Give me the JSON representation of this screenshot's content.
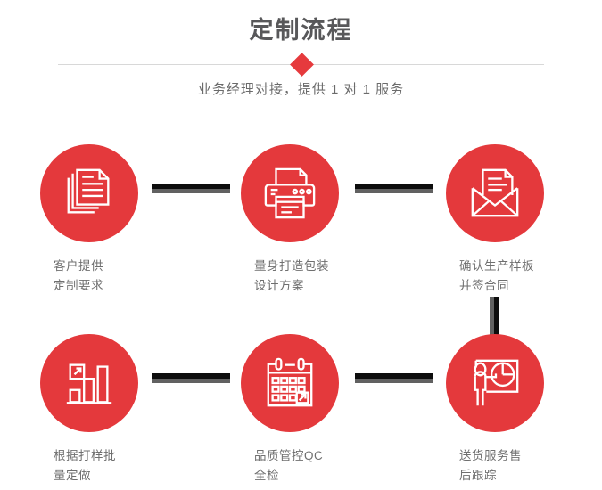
{
  "header": {
    "title": "定制流程",
    "subtitle": "业务经理对接，提供 1 对 1 服务",
    "diamond_color": "#e63a3d",
    "divider_color": "#d8d8d8",
    "title_color": "#58585a"
  },
  "theme": {
    "accent_red": "#e4393c",
    "connector_dark": "#0d0d0d",
    "connector_gray": "#616161",
    "label_color": "#6f6f6f",
    "background": "#ffffff"
  },
  "steps": [
    {
      "index": 1,
      "icon": "documents-icon",
      "label": "客户提供\n定制要求"
    },
    {
      "index": 2,
      "icon": "printer-icon",
      "label": "量身打造包装\n设计方案"
    },
    {
      "index": 3,
      "icon": "envelope-icon",
      "label": "确认生产样板\n并签合同"
    },
    {
      "index": 4,
      "icon": "bar-chart-growth-icon",
      "label": "根据打样批\n量定做"
    },
    {
      "index": 5,
      "icon": "calendar-check-icon",
      "label": "品质管控QC\n全检"
    },
    {
      "index": 6,
      "icon": "presentation-pie-chart-icon",
      "label": "送货服务售\n后跟踪"
    }
  ],
  "connectors": [
    {
      "name": "connector-step1-step2",
      "orientation": "horizontal"
    },
    {
      "name": "connector-step2-step3",
      "orientation": "horizontal"
    },
    {
      "name": "connector-step3-step6",
      "orientation": "vertical"
    },
    {
      "name": "connector-step4-step5",
      "orientation": "horizontal"
    },
    {
      "name": "connector-step5-step6",
      "orientation": "horizontal"
    }
  ]
}
